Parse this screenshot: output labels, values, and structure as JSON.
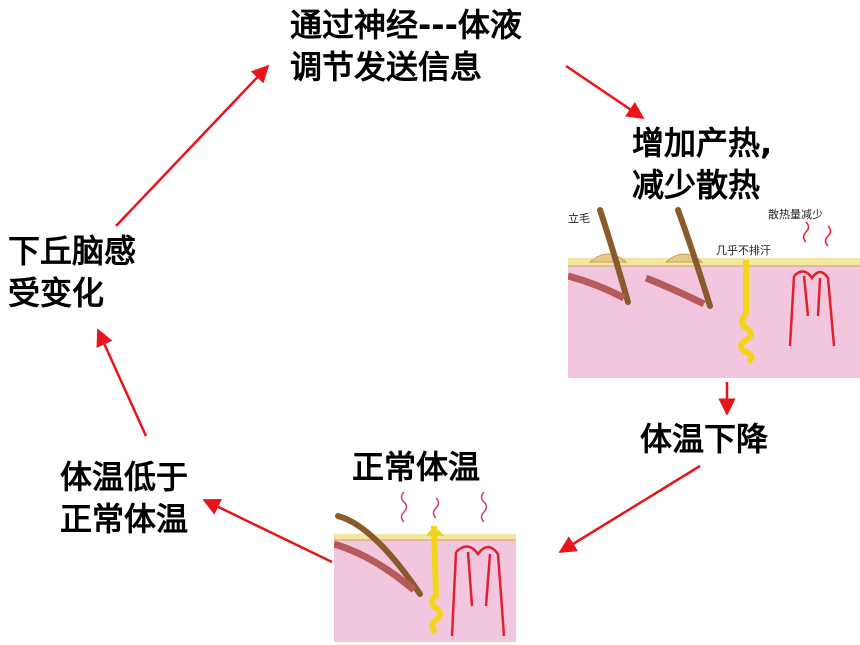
{
  "nodes": {
    "signal": {
      "line1": "通过神经---体液",
      "line2": "调节发送信息"
    },
    "response": {
      "line1": "增加产热,",
      "line2": "减少散热"
    },
    "temp_drop": {
      "line1": "体温下降"
    },
    "normal": {
      "line1": "正常体温"
    },
    "below_normal": {
      "line1": "体温低于",
      "line2": "正常体温"
    },
    "hypothalamus": {
      "line1": "下丘脑感",
      "line2": "受变化"
    }
  },
  "skin_cold": {
    "label_left": "立毛",
    "label_sweat": "几乎不排汗",
    "label_heat": "散热量减少"
  },
  "colors": {
    "arrow": "#e8141a",
    "skin": "#f3c6df",
    "skin_dark": "#e9a8cc",
    "vessel": "#e0202c",
    "gland": "#f2d41c",
    "hair": "#8a5a2b"
  }
}
